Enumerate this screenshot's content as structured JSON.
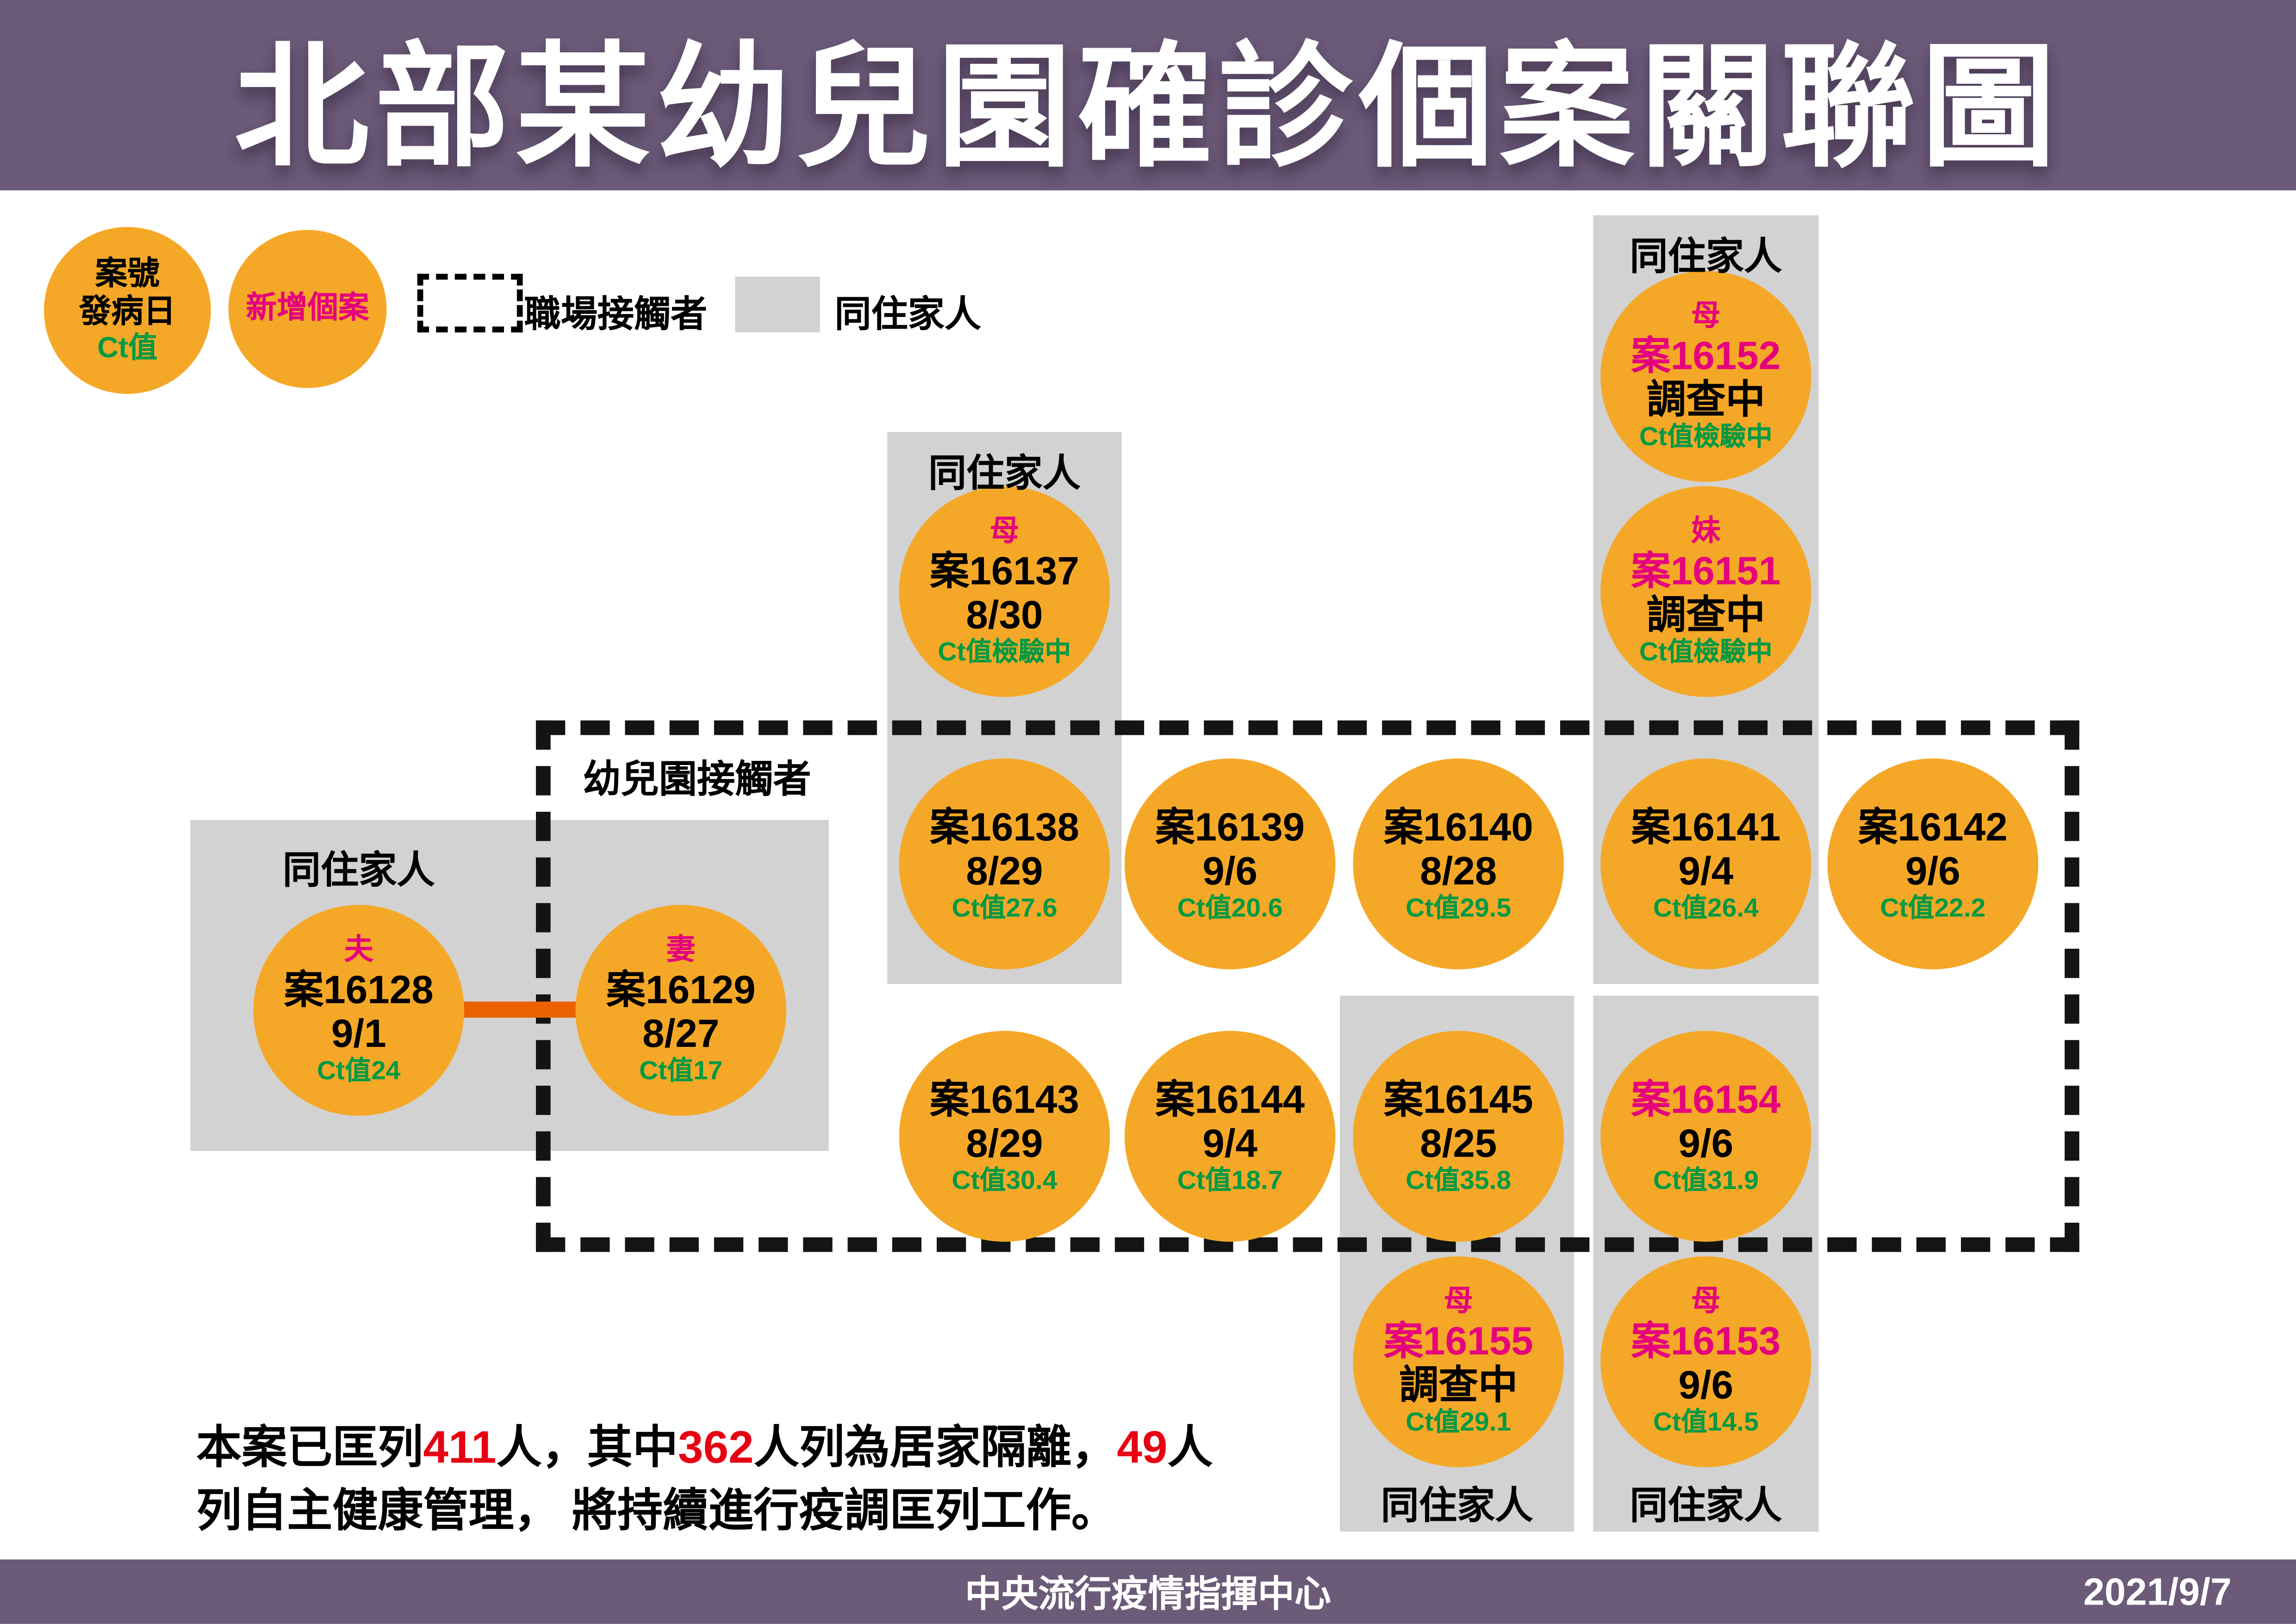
{
  "header": {
    "title": "北部某幼兒園確診個案關聯圖"
  },
  "legend": {
    "case_key_line1": "案號",
    "case_key_line2": "發病日",
    "case_key_line3": "Ct值",
    "new_case_label": "新增個案",
    "workplace_contact_label": "職場接觸者",
    "household_label": "同住家人"
  },
  "labels": {
    "household": "同住家人",
    "kindergarten_contacts": "幼兒園接觸者"
  },
  "cases": {
    "c16128": {
      "relation": "夫",
      "case_no": "案16128",
      "line2": "9/1",
      "ct": "Ct值24",
      "new": false
    },
    "c16129": {
      "relation": "妻",
      "case_no": "案16129",
      "line2": "8/27",
      "ct": "Ct值17",
      "new": false
    },
    "c16137": {
      "relation": "母",
      "case_no": "案16137",
      "line2": "8/30",
      "ct": "Ct值檢驗中",
      "new": false
    },
    "c16138": {
      "case_no": "案16138",
      "line2": "8/29",
      "ct": "Ct值27.6",
      "new": false
    },
    "c16139": {
      "case_no": "案16139",
      "line2": "9/6",
      "ct": "Ct值20.6",
      "new": false
    },
    "c16140": {
      "case_no": "案16140",
      "line2": "8/28",
      "ct": "Ct值29.5",
      "new": false
    },
    "c16141": {
      "case_no": "案16141",
      "line2": "9/4",
      "ct": "Ct值26.4",
      "new": false
    },
    "c16142": {
      "case_no": "案16142",
      "line2": "9/6",
      "ct": "Ct值22.2",
      "new": false
    },
    "c16143": {
      "case_no": "案16143",
      "line2": "8/29",
      "ct": "Ct值30.4",
      "new": false
    },
    "c16144": {
      "case_no": "案16144",
      "line2": "9/4",
      "ct": "Ct值18.7",
      "new": false
    },
    "c16145": {
      "case_no": "案16145",
      "line2": "8/25",
      "ct": "Ct值35.8",
      "new": false
    },
    "c16154": {
      "case_no": "案16154",
      "line2": "9/6",
      "ct": "Ct值31.9",
      "new": true
    },
    "c16152": {
      "relation": "母",
      "case_no": "案16152",
      "line2": "調查中",
      "ct": "Ct值檢驗中",
      "new": true
    },
    "c16151": {
      "relation": "妹",
      "case_no": "案16151",
      "line2": "調查中",
      "ct": "Ct值檢驗中",
      "new": true
    },
    "c16155": {
      "relation": "母",
      "case_no": "案16155",
      "line2": "調查中",
      "ct": "Ct值29.1",
      "new": true
    },
    "c16153": {
      "relation": "母",
      "case_no": "案16153",
      "line2": "9/6",
      "ct": "Ct值14.5",
      "new": true
    }
  },
  "structure": {
    "household_groups": [
      [
        "c16128",
        "c16129"
      ],
      [
        "c16137",
        "c16138"
      ],
      [
        "c16152",
        "c16151",
        "c16141"
      ],
      [
        "c16145",
        "c16155"
      ],
      [
        "c16154",
        "c16153"
      ]
    ],
    "kindergarten_contact_members": [
      "c16129",
      "c16138",
      "c16139",
      "c16140",
      "c16141",
      "c16142",
      "c16143",
      "c16144",
      "c16145",
      "c16154"
    ],
    "couple_link": [
      "c16128",
      "c16129"
    ]
  },
  "note": {
    "s1": "本案已匡列",
    "n1": "411",
    "s2": "人，其中",
    "n2": "362",
    "s3": "人列為居家隔離，",
    "n3": "49",
    "s4": "人",
    "line2": "列自主健康管理， 將持續進行疫調匡列工作。"
  },
  "footer": {
    "org": "中央流行疫情指揮中心",
    "date": "2021/9/7"
  },
  "colors": {
    "purple": "#6b5a78",
    "orange": "#f5a827",
    "magenta": "#e5007d",
    "green": "#009944",
    "red": "#e60012",
    "gray_panel": "#d2d2d2",
    "connector_orange": "#eb6100"
  }
}
